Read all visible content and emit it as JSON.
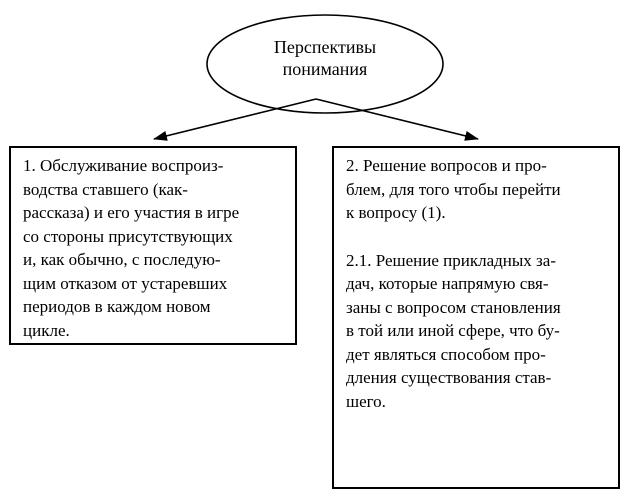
{
  "diagram": {
    "title_line1": "Перспективы",
    "title_line2": "понимания",
    "left_box": {
      "text": "1. Обслуживание воспроиз-\nводства ставшего (как-\nрассказа) и его участия в игре\nсо стороны присутствующих\nи, как обычно, с последую-\nщим отказом от устаревших\nпериодов в каждом новом\nцикле."
    },
    "right_box": {
      "para1": "2. Решение вопросов и про-\nблем, для того чтобы перейти\nк вопросу (1).",
      "para2": "2.1. Решение прикладных за-\nдач, которые напрямую свя-\nзаны с вопросом становления\nв той или иной сфере, что бу-\nдет являться способом про-\nдления существования став-\nшего."
    },
    "colors": {
      "stroke": "#000000",
      "background": "#ffffff"
    }
  }
}
